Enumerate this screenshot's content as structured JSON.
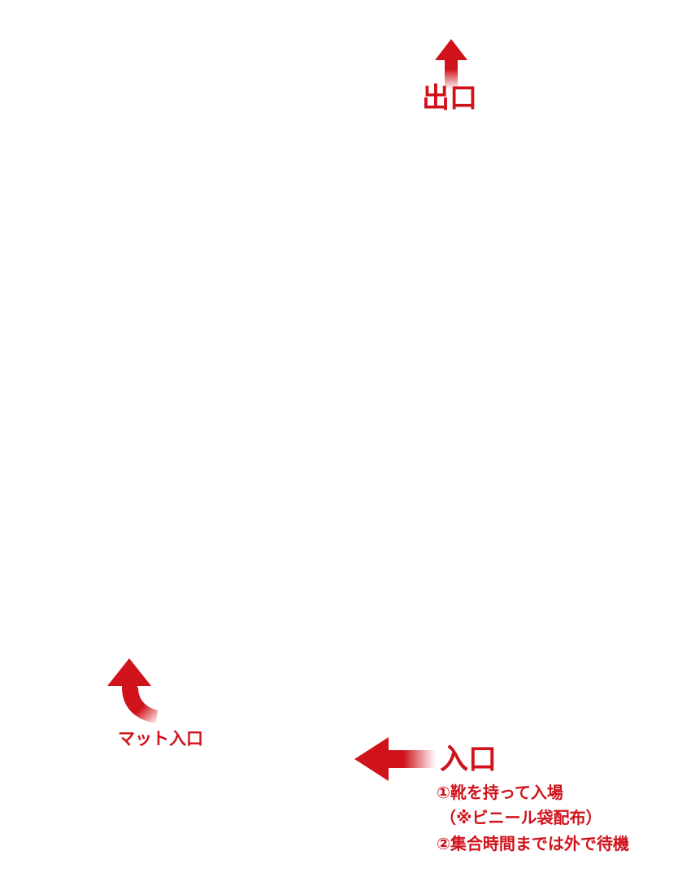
{
  "colors": {
    "primary": "#d0121b"
  },
  "exit": {
    "label": "出口",
    "icon": "arrow-up-icon"
  },
  "mat_entrance": {
    "label": "マット入口",
    "icon": "curved-arrow-up-icon"
  },
  "entrance": {
    "label": "入口",
    "icon": "arrow-left-icon",
    "notes": [
      "①靴を持って入場",
      "（※ビニール袋配布）",
      "②集合時間までは外で待機"
    ]
  }
}
